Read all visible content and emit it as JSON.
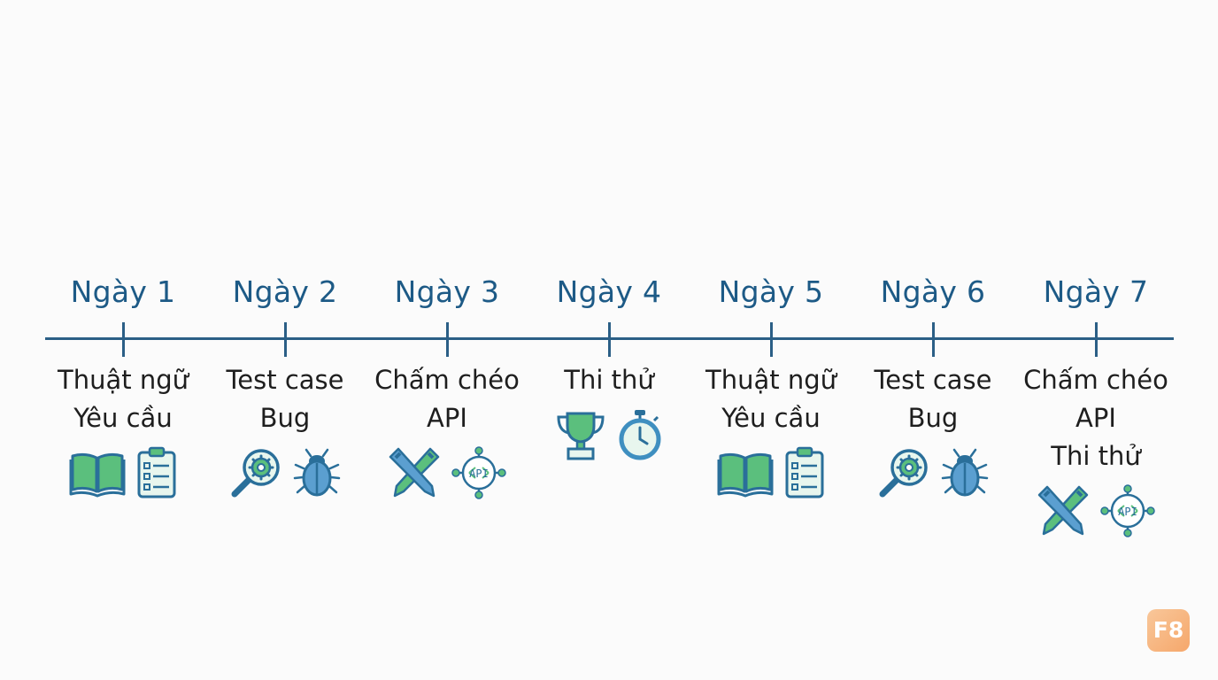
{
  "days": [
    {
      "label": "Ngày 1",
      "topics": [
        "Thuật ngữ",
        "Yêu cầu"
      ],
      "icons": [
        "book-icon",
        "checklist-icon"
      ]
    },
    {
      "label": "Ngày 2",
      "topics": [
        "Test case",
        "Bug"
      ],
      "icons": [
        "magnifier-gear-icon",
        "bug-icon"
      ]
    },
    {
      "label": "Ngày 3",
      "topics": [
        "Chấm chéo",
        "API"
      ],
      "icons": [
        "crossed-pens-icon",
        "api-icon"
      ]
    },
    {
      "label": "Ngày 4",
      "topics": [
        "Thi thử"
      ],
      "icons": [
        "trophy-icon",
        "stopwatch-icon"
      ]
    },
    {
      "label": "Ngày 5",
      "topics": [
        "Thuật ngữ",
        "Yêu cầu"
      ],
      "icons": [
        "book-icon",
        "checklist-icon"
      ]
    },
    {
      "label": "Ngày 6",
      "topics": [
        "Test case",
        "Bug"
      ],
      "icons": [
        "magnifier-gear-icon",
        "bug-icon"
      ]
    },
    {
      "label": "Ngày 7",
      "topics": [
        "Chấm chéo",
        "API",
        "Thi thử"
      ],
      "icons": [
        "crossed-pens-icon",
        "api-icon"
      ]
    }
  ],
  "logo": {
    "text": "F8",
    "color_from": "#f8c79a",
    "color_to": "#f6a76b"
  },
  "colors": {
    "line": "#2b5f86",
    "label": "#1d5a86",
    "icon_stroke": "#2a6f9a",
    "icon_fill": "#5bbf7d"
  }
}
